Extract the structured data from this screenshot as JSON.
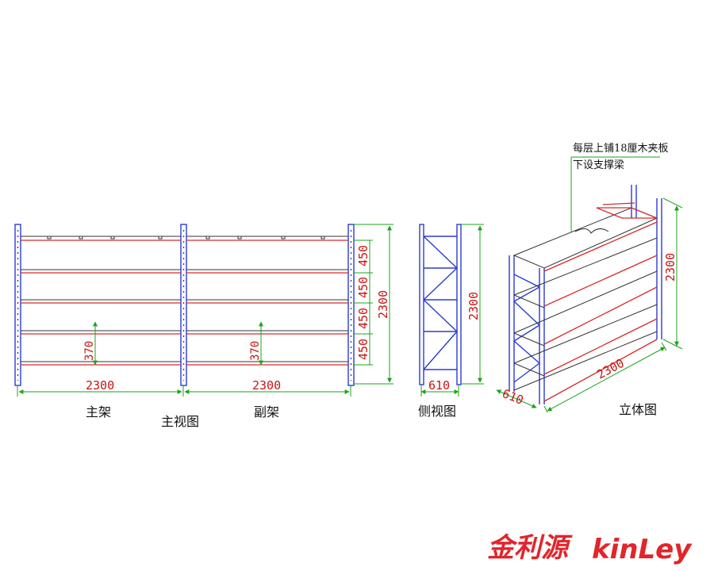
{
  "front_view": {
    "title": "主视图",
    "main_frame_label": "主架",
    "sub_frame_label": "副架",
    "width_main": "2300",
    "width_sub": "2300",
    "level_spacings": [
      "450",
      "450",
      "450",
      "450"
    ],
    "total_height": "2300",
    "bottom_clearance_main": "370",
    "bottom_clearance_sub": "370"
  },
  "side_view": {
    "title": "侧视图",
    "depth": "610",
    "height": "2300"
  },
  "iso_view": {
    "title": "立体图",
    "note_line1": "每层上铺18厘木夹板",
    "note_line2": "下设支撑梁",
    "height": "2300",
    "length": "2300",
    "depth": "610"
  },
  "logo": {
    "chinese": "金利源",
    "english": "kinLey"
  }
}
